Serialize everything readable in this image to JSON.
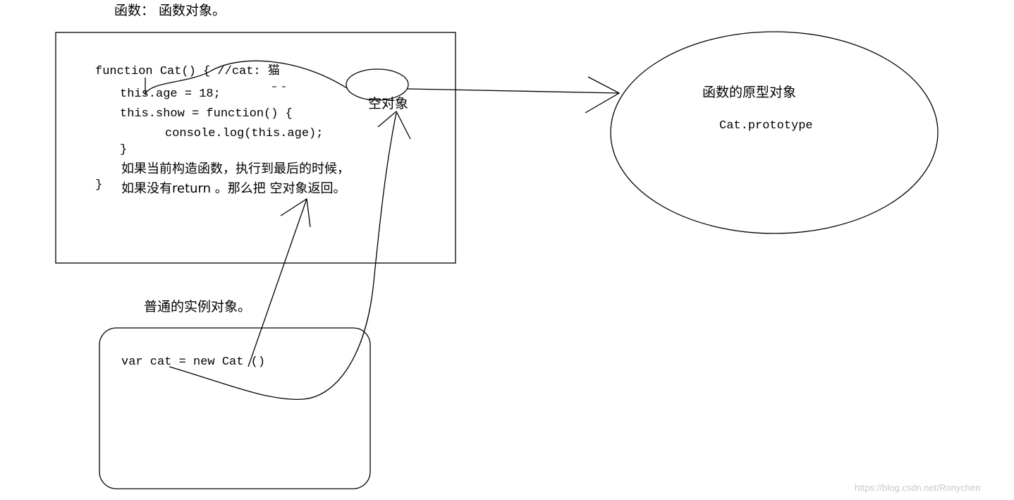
{
  "heading": {
    "text": "函数：  函数对象。"
  },
  "function_box": {
    "code_lines": {
      "line1": "function Cat() {  //cat:  猫",
      "line2": "this.age = 18;",
      "line3": "this.show = function() {",
      "line4": "console.log(this.age);",
      "line5": "}",
      "line6": "}"
    },
    "note_lines": {
      "line1": "如果当前构造函数，执行到最后的时候，",
      "line2": "如果没有return 。那么把 空对象返回。"
    }
  },
  "empty_object": {
    "label": "空对象"
  },
  "prototype_object": {
    "title": "函数的原型对象",
    "code": "Cat.prototype"
  },
  "instance": {
    "label": "普通的实例对象。",
    "code": "var cat = new Cat ()"
  },
  "watermark": {
    "text": "https://blog.csdn.net/Ronychen"
  },
  "colors": {
    "ink": "#000000",
    "background": "#ffffff",
    "watermark": "#c8c8c8"
  }
}
